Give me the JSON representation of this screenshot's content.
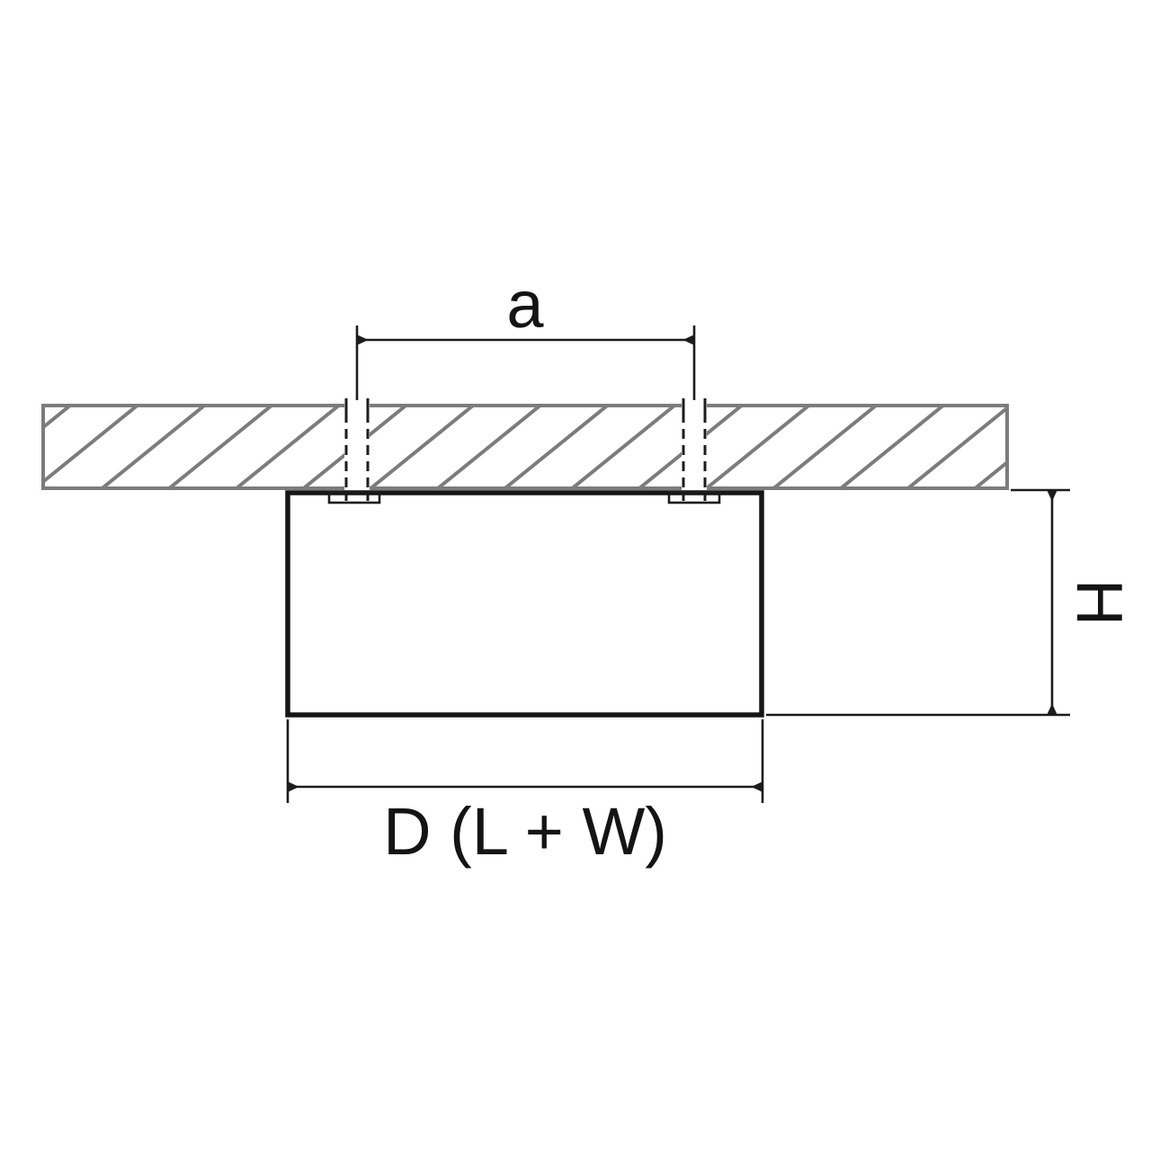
{
  "diagram": {
    "labels": {
      "hole_spacing": "a",
      "fixture_height": "H",
      "fixture_diameter": "D (L + W)"
    },
    "colors": {
      "outline": "#1a1a1a",
      "ceiling_gray": "#7c7c7c",
      "background": "#ffffff"
    }
  }
}
